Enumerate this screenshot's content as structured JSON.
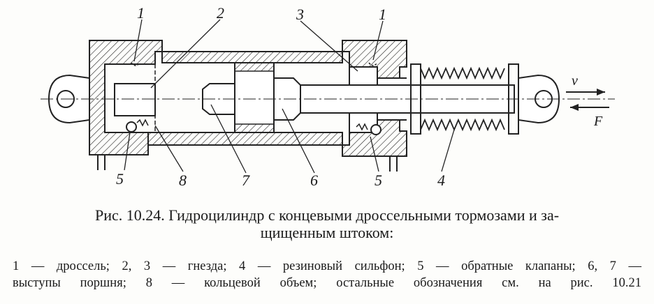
{
  "figure": {
    "labels": {
      "throttle_left": "1",
      "socket_left": "2",
      "socket_right": "3",
      "throttle_right": "1",
      "check_valve_left": "5",
      "annular_volume": "8",
      "piston_protrusion_left": "7",
      "piston_protrusion_right": "6",
      "check_valve_right": "5",
      "bellows": "4",
      "velocity": "v",
      "force": "F"
    }
  },
  "caption": {
    "line1": "Рис. 10.24. Гидроцилиндр с концевыми дроссельными тормозами и за-",
    "line2": "щищенным штоком:"
  },
  "legend": {
    "line1": "1 — дроссель; 2, 3 — гнезда; 4 — резиновый сильфон; 5 — обратные клапаны; 6, 7 —",
    "line2": "выступы поршня; 8 — кольцевой объем; остальные обозначения см. на рис. 10.21"
  }
}
